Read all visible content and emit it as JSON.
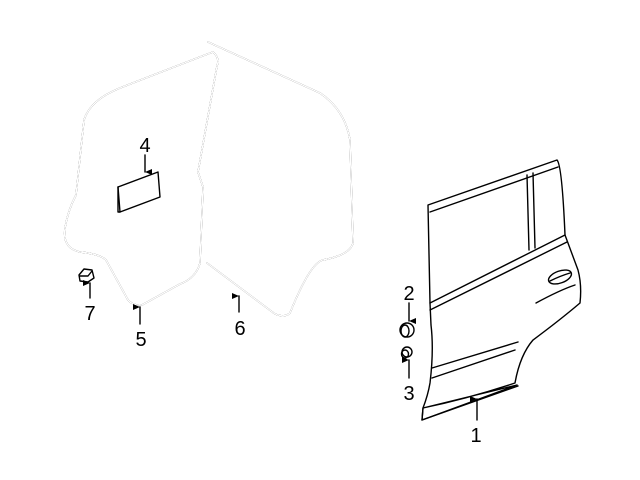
{
  "diagram": {
    "callouts": [
      {
        "number": "1",
        "part": "door-shell"
      },
      {
        "number": "2",
        "part": "plug"
      },
      {
        "number": "3",
        "part": "plug"
      },
      {
        "number": "4",
        "part": "sticker"
      },
      {
        "number": "5",
        "part": "door-seal"
      },
      {
        "number": "6",
        "part": "body-seal"
      },
      {
        "number": "7",
        "part": "clip"
      }
    ],
    "line_color": "#000000",
    "background": "#ffffff"
  }
}
